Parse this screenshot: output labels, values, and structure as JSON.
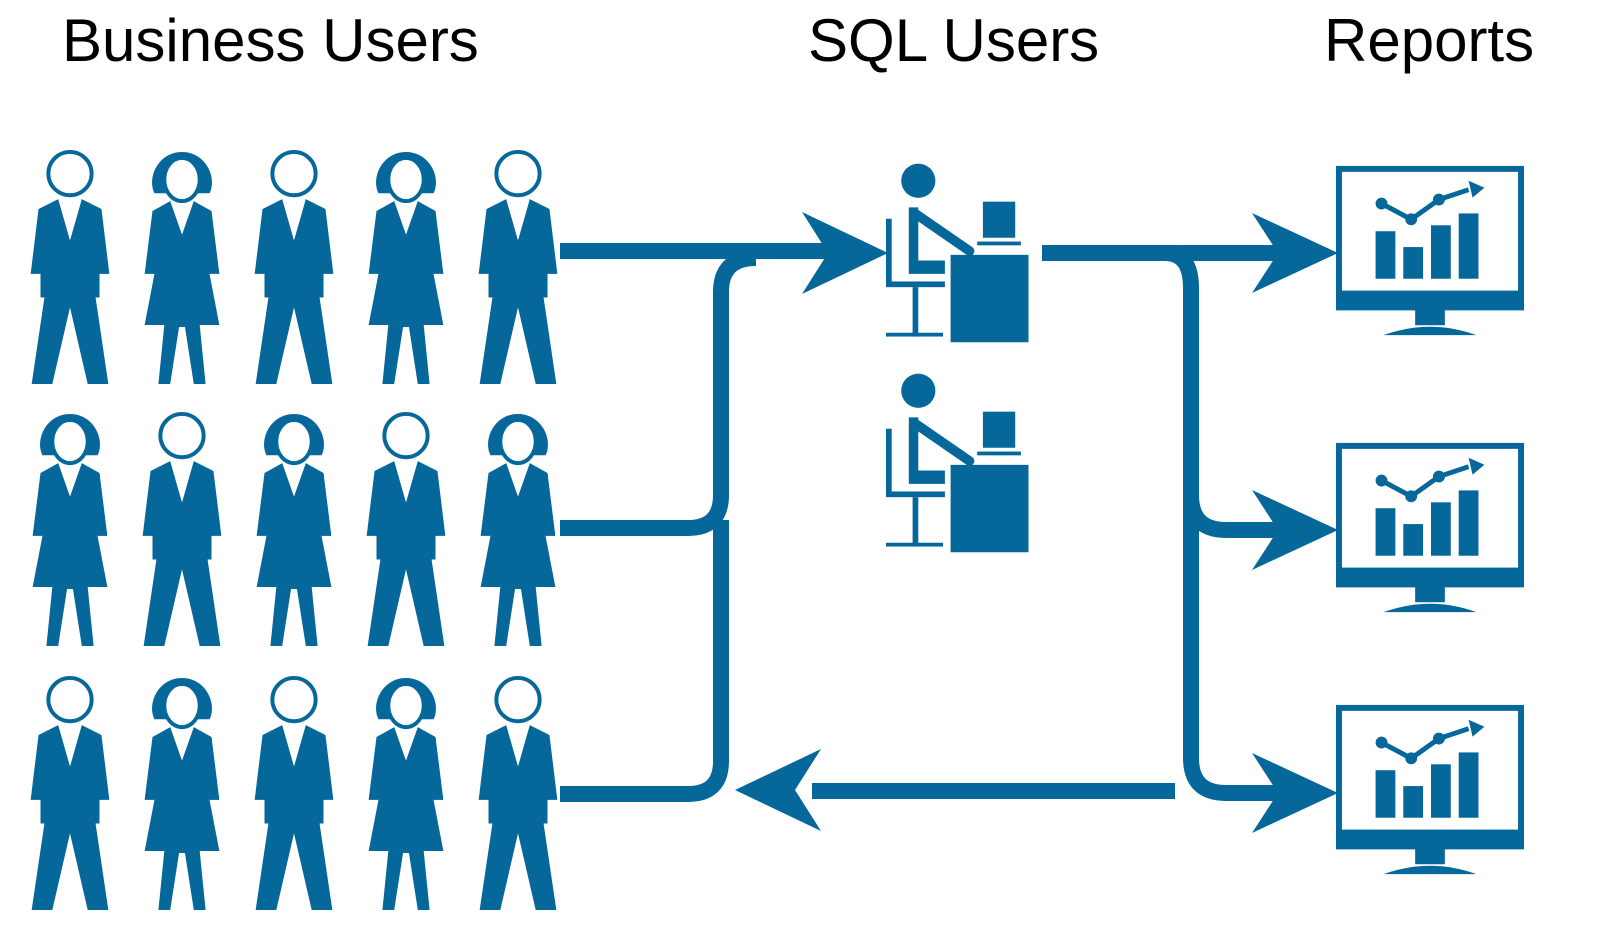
{
  "headers": {
    "business_users": "Business Users",
    "sql_users": "SQL Users",
    "reports": "Reports"
  },
  "colors": {
    "figure": "#05679a",
    "text": "#000000",
    "background": "#ffffff"
  },
  "business_users": {
    "grid": [
      [
        "man",
        "woman",
        "man",
        "woman",
        "man"
      ],
      [
        "woman",
        "man",
        "woman",
        "man",
        "woman"
      ],
      [
        "man",
        "woman",
        "man",
        "woman",
        "man"
      ]
    ]
  },
  "sql_users": [
    "analyst-at-desk",
    "analyst-at-desk"
  ],
  "reports": [
    "report-monitor",
    "report-monitor",
    "report-monitor"
  ],
  "icons": {
    "man": "man-icon",
    "woman": "woman-icon",
    "sql_user": "sql-user-at-desk-icon",
    "report": "report-monitor-chart-icon"
  }
}
